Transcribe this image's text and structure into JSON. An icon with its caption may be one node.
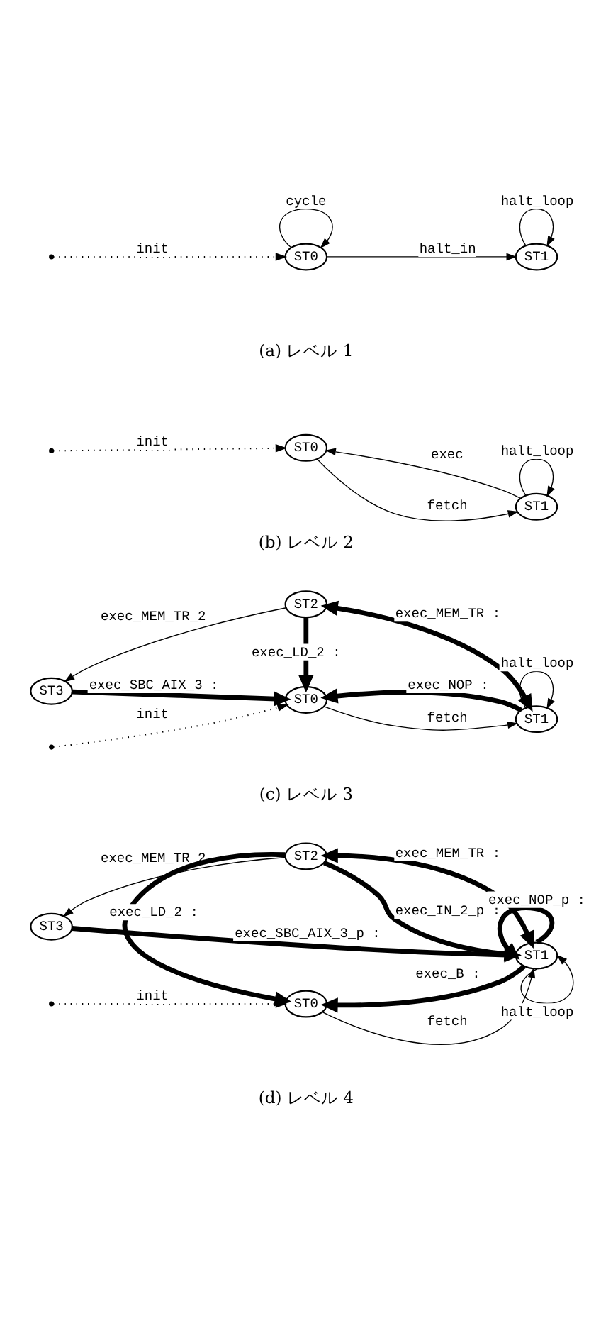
{
  "diagram": {
    "nodes": [
      {
        "text": [
          "ST0"
        ]
      },
      {
        "text": [
          "ST1"
        ]
      },
      {
        "text": [
          "ST0"
        ]
      },
      {
        "text": [
          "ST1"
        ]
      },
      {
        "text": [
          "ST3"
        ]
      },
      {
        "text": [
          "ST2"
        ]
      },
      {
        "text": [
          "ST0"
        ]
      },
      {
        "text": [
          "ST1"
        ]
      },
      {
        "text": [
          "ST3"
        ]
      },
      {
        "text": [
          "ST2"
        ]
      },
      {
        "text": [
          "ST0"
        ]
      },
      {
        "text": [
          "ST1"
        ]
      }
    ],
    "edges": [
      {
        "from": null,
        "to": 0,
        "arrow": "to",
        "label": "init",
        "style": "dashed"
      },
      {
        "from": 0,
        "to": 0,
        "arrow": "to",
        "label": "cycle"
      },
      {
        "from": 0,
        "to": 1,
        "arrow": "to",
        "label": "halt_in"
      },
      {
        "from": 1,
        "to": 1,
        "arrow": "to",
        "label": "halt_loop"
      },
      {
        "from": null,
        "to": 2,
        "arrow": "to",
        "label": "init",
        "style": "dashed"
      },
      {
        "from": 3,
        "to": 2,
        "arrow": "to",
        "label": "exec"
      },
      {
        "from": 2,
        "to": 3,
        "arrow": "to",
        "label": "fetch"
      },
      {
        "from": 3,
        "to": 3,
        "arrow": "to",
        "label": "halt_loop"
      },
      {
        "from": 5,
        "to": 4,
        "arrow": "to",
        "label": "exec_MEM_TR_2"
      },
      {
        "from": 4,
        "to": 6,
        "arrow": "to",
        "label": "exec_SBC_AIX_3 :",
        "style": "thick"
      },
      {
        "from": 5,
        "to": 6,
        "arrow": "to",
        "label": "exec_LD_2 :",
        "style": "thick"
      },
      {
        "from": 7,
        "to": 6,
        "arrow": "to",
        "label": "exec_NOP :",
        "style": "thick"
      },
      {
        "from": 7,
        "to": 5,
        "arrow": "both",
        "label": "exec_MEM_TR :",
        "style": "thick"
      },
      {
        "from": null,
        "to": 6,
        "arrow": "to",
        "label": "init",
        "style": "dashed"
      },
      {
        "from": 6,
        "to": 7,
        "arrow": "to",
        "label": "fetch"
      },
      {
        "from": 7,
        "to": 7,
        "arrow": "to",
        "label": "halt_loop"
      },
      {
        "from": 9,
        "to": 8,
        "arrow": "to",
        "label": "exec_MEM_TR_2"
      },
      {
        "from": 8,
        "to": 11,
        "arrow": "to",
        "label": "exec_SBC_AIX_3_p :",
        "style": "thick"
      },
      {
        "from": 9,
        "to": 10,
        "arrow": "to",
        "label": "exec_LD_2 :",
        "style": "thick"
      },
      {
        "from": 11,
        "to": 10,
        "arrow": "to",
        "label": "exec_B :",
        "style": "thick"
      },
      {
        "from": 11,
        "to": 11,
        "arrow": "to",
        "label": "exec_NOP_p :",
        "style": "thick"
      },
      {
        "from": 9,
        "to": 11,
        "arrow": "to",
        "label": "exec_IN_2_p :",
        "style": "thick"
      },
      {
        "from": 11,
        "to": 9,
        "arrow": "both",
        "label": "exec_MEM_TR :",
        "style": "thick"
      },
      {
        "from": null,
        "to": 10,
        "arrow": "to",
        "label": "init",
        "style": "dashed"
      },
      {
        "from": 10,
        "to": 11,
        "arrow": "to",
        "label": "fetch"
      },
      {
        "from": 11,
        "to": 11,
        "arrow": "to",
        "label": "halt_loop"
      }
    ],
    "labels": [
      "(a) レベル 1",
      "(b) レベル 2",
      "(c) レベル 3",
      "(d) レベル 4"
    ]
  }
}
